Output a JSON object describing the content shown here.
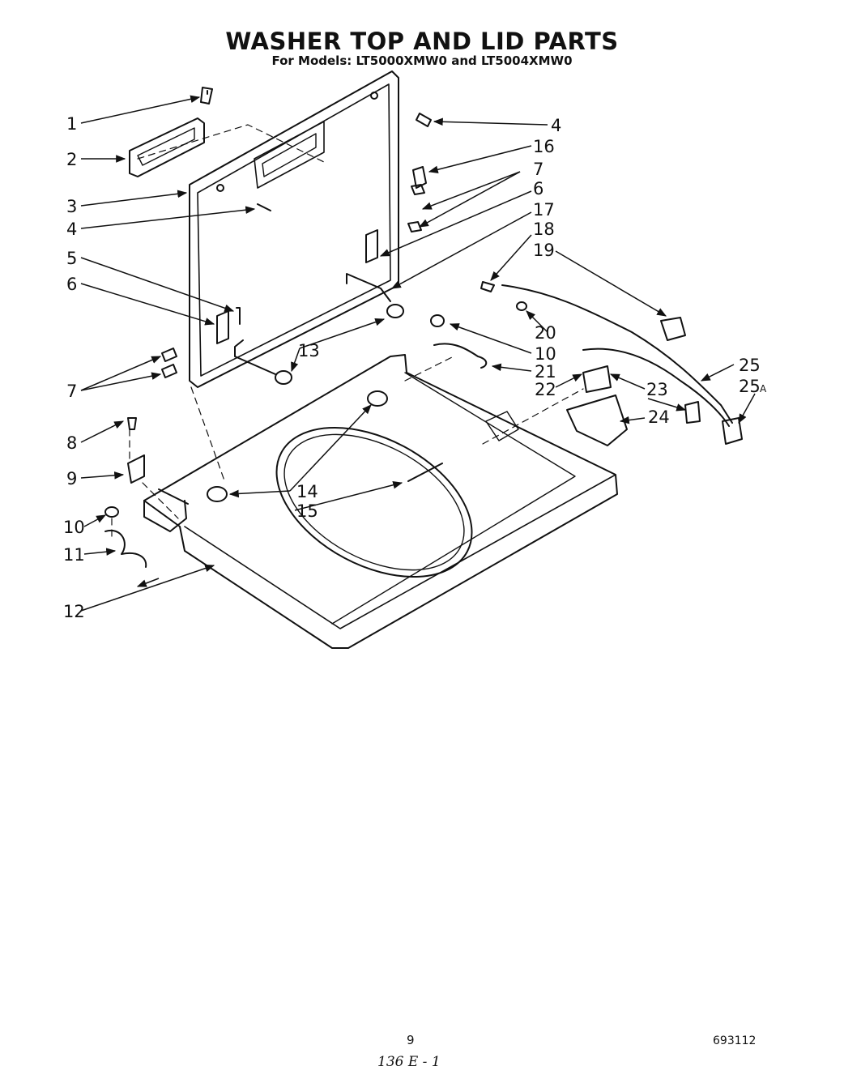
{
  "header": {
    "title": "WASHER TOP AND LID PARTS",
    "subtitle": "For Models: LT5000XMW0  and  LT5004XMW0"
  },
  "labels": {
    "l1": "1",
    "l2": "2",
    "l3": "3",
    "l4a": "4",
    "l4b": "4",
    "l5": "5",
    "l6a": "6",
    "l6b": "6",
    "l7a": "7",
    "l7b": "7",
    "l8": "8",
    "l9": "9",
    "l10a": "10",
    "l10b": "10",
    "l11": "11",
    "l12": "12",
    "l13": "13",
    "l14": "14",
    "l15": "15",
    "l16": "16",
    "l17": "17",
    "l18": "18",
    "l19": "19",
    "l20": "20",
    "l21": "21",
    "l22": "22",
    "l23": "23",
    "l24": "24",
    "l25": "25",
    "l25a": "25",
    "l25a_suffix": "A"
  },
  "footer": {
    "page_number": "9",
    "doc_code": "693112",
    "handwritten_note": "136  E - 1"
  }
}
